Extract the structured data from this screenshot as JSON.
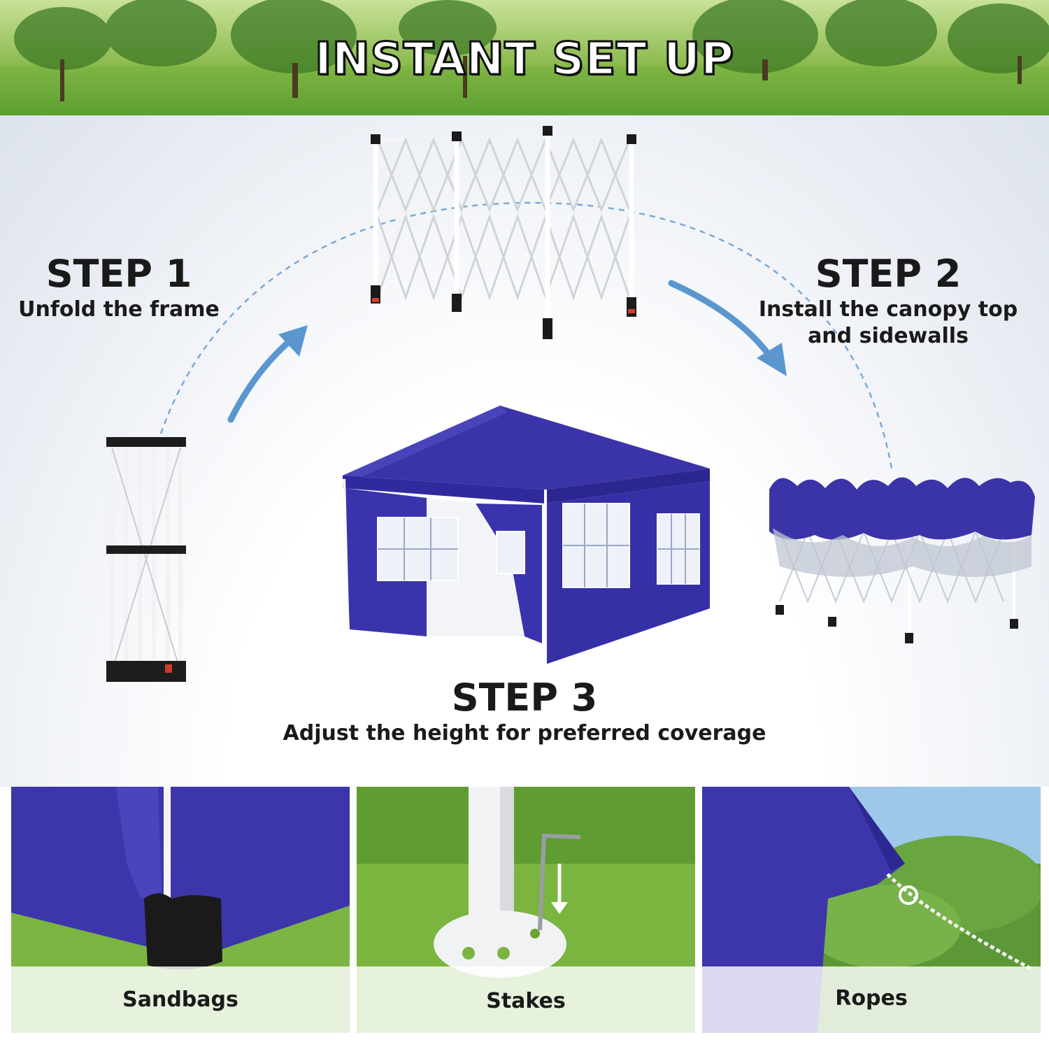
{
  "banner": {
    "title": "INSTANT SET UP"
  },
  "steps": [
    {
      "title": "STEP 1",
      "description": "Unfold the frame"
    },
    {
      "title": "STEP 2",
      "description_line1": "Install the canopy top",
      "description_line2": "and sidewalls"
    },
    {
      "title": "STEP 3",
      "description": "Adjust the height for preferred coverage"
    }
  ],
  "features": [
    {
      "label": "Sandbags"
    },
    {
      "label": "Stakes"
    },
    {
      "label": "Ropes"
    }
  ],
  "colors": {
    "canopy": "#3b34a8",
    "canopy_dark": "#2c2690",
    "arrow": "#5b97cf",
    "grass": "#6aa132"
  }
}
